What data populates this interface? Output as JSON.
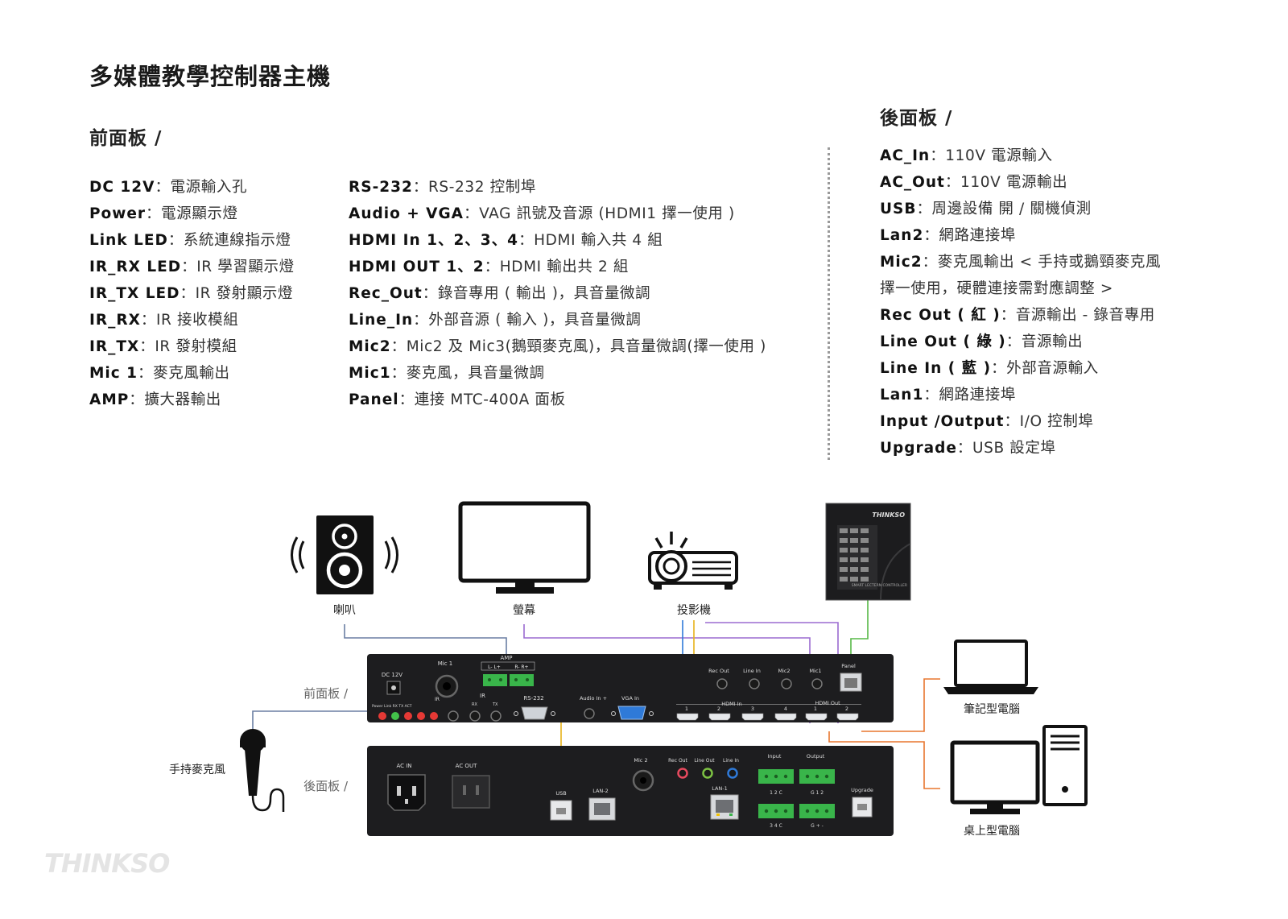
{
  "title": "多媒體教學控制器主機",
  "front": {
    "heading": "前面板 /",
    "col1": [
      {
        "key": "DC 12V",
        "desc": "：電源輸入孔"
      },
      {
        "key": "Power",
        "desc": "：電源顯示燈"
      },
      {
        "key": "Link LED",
        "desc": "：系統連線指示燈"
      },
      {
        "key": "IR_RX LED",
        "desc": "：IR 學習顯示燈"
      },
      {
        "key": "IR_TX LED",
        "desc": "：IR 發射顯示燈"
      },
      {
        "key": "IR_RX",
        "desc": "：IR 接收模組"
      },
      {
        "key": "IR_TX",
        "desc": "：IR 發射模組"
      },
      {
        "key": "Mic 1",
        "desc": "：麥克風輸出"
      },
      {
        "key": "AMP",
        "desc": "：擴大器輸出"
      }
    ],
    "col2": [
      {
        "key": "RS-232",
        "desc": "：RS-232 控制埠"
      },
      {
        "key": "Audio + VGA",
        "desc": "：VAG 訊號及音源 (HDMI1 擇一使用 )"
      },
      {
        "key": "HDMI In 1、2、3、4",
        "desc": "：HDMI 輸入共 4 組"
      },
      {
        "key": "HDMI OUT 1、2",
        "desc": "：HDMI 輸出共 2 組"
      },
      {
        "key": "Rec_Out",
        "desc": "：錄音專用 ( 輸出 )，具音量微調"
      },
      {
        "key": "Line_In",
        "desc": "：外部音源 ( 輸入 )，具音量微調"
      },
      {
        "key": "Mic2",
        "desc": "：Mic2 及 Mic3(鵝頸麥克風)，具音量微調(擇一使用 )"
      },
      {
        "key": "Mic1",
        "desc": "：麥克風，具音量微調"
      },
      {
        "key": "Panel",
        "desc": "：連接 MTC-400A 面板"
      }
    ]
  },
  "rear": {
    "heading": "後面板 /",
    "items": [
      {
        "key": "AC_In",
        "desc": "：110V 電源輸入"
      },
      {
        "key": "AC_Out",
        "desc": "：110V 電源輸出"
      },
      {
        "key": "USB",
        "desc": "：周邊設備 開 / 關機偵測"
      },
      {
        "key": "Lan2",
        "desc": "：網路連接埠"
      },
      {
        "key": "Mic2",
        "desc": "：麥克風輸出 < 手持或鵝頸麥克風"
      },
      {
        "key": "",
        "desc": "擇一使用，硬體連接需對應調整 >"
      },
      {
        "key": "Rec Out ( 紅 )",
        "desc": "：音源輸出 - 錄音專用"
      },
      {
        "key": "Line Out ( 綠 )",
        "desc": "：音源輸出"
      },
      {
        "key": "Line In ( 藍 )",
        "desc": "：外部音源輸入"
      },
      {
        "key": "Lan1",
        "desc": "：網路連接埠"
      },
      {
        "key": "Input /Output",
        "desc": "：I/O 控制埠"
      },
      {
        "key": "Upgrade",
        "desc": "：USB 設定埠"
      }
    ]
  },
  "diagram": {
    "devices": {
      "speaker": "喇叭",
      "monitor": "螢幕",
      "projector": "投影機",
      "laptop": "筆記型電腦",
      "desktop": "桌上型電腦",
      "mic": "手持麥克風"
    },
    "side_labels": {
      "front": "前面板 /",
      "rear": "後面板 /"
    },
    "panel_brand": "THINKSO",
    "panel_caption": "SMART LECTERN CONTROLLER",
    "front_panel_labels": {
      "dc": "DC 12V",
      "mic1": "Mic 1",
      "amp": "AMP",
      "amp_l": "L-  L+",
      "amp_r": "R-  R+",
      "ir": "IR",
      "ir2": "IR",
      "rx": "RX",
      "tx": "TX",
      "rs232": "RS-232",
      "audio_in": "Audio In  +",
      "vga_in": "VGA In",
      "rec_out": "Rec Out",
      "line_in": "Line In",
      "mic2": "Mic2",
      "mic1b": "Mic1",
      "panel": "Panel",
      "hdmi_in": "HDMI In",
      "hdmi_out": "HDMI Out",
      "hin1": "1",
      "hin2": "2",
      "hin3": "3",
      "hin4": "4",
      "hout1": "1",
      "hout2": "2",
      "leds": "Power  Link   RX   TX   ACT"
    },
    "rear_panel_labels": {
      "ac_in": "AC IN",
      "ac_out": "AC OUT",
      "usb": "USB",
      "lan2": "LAN-2",
      "mic2": "Mic 2",
      "rec_out": "Rec Out",
      "line_out": "Line Out",
      "line_in": "Line In",
      "lan1": "LAN-1",
      "input": "Input",
      "output": "Output",
      "upgrade": "Upgrade",
      "in_top": "1   2   C",
      "out_top": "G   1   2",
      "in_bot": "3   4   C",
      "out_bot": "G   +   -"
    },
    "colors": {
      "rec_out": "#e84a5f",
      "line_out": "#7dc243",
      "line_in": "#2f7ad8",
      "wire_purple": "#9b6bd0",
      "wire_orange": "#e8762e",
      "wire_gold": "#e8b21a",
      "wire_green": "#57b847",
      "wire_gray": "#6b7fa3",
      "terminal": "#39b54a"
    }
  },
  "logo": "THINKSO"
}
